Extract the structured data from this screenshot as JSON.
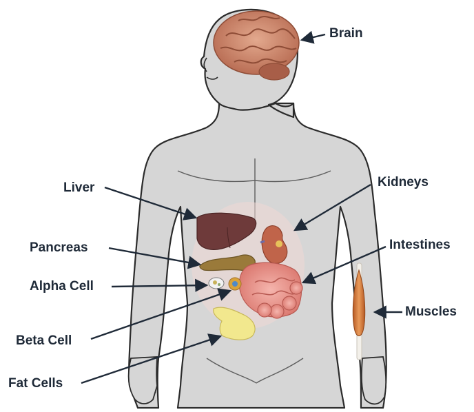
{
  "labels": {
    "brain": "Brain",
    "liver": "Liver",
    "kidneys": "Kidneys",
    "pancreas": "Pancreas",
    "intestines": "Intestines",
    "alpha_cell": "Alpha Cell",
    "muscles": "Muscles",
    "beta_cell": "Beta Cell",
    "fat_cells": "Fat Cells"
  },
  "colors": {
    "label_text": "#1f2a38",
    "arrow": "#1f2a38",
    "body_fill": "#d6d6d6",
    "body_outline": "#2b2b2b",
    "brain": "#c9876a",
    "liver": "#6e3a3a",
    "kidney": "#c0644a",
    "pancreas": "#9a7a3a",
    "intestines": "#e79a92",
    "fat": "#f2e88e",
    "muscle": "#d47a3c"
  }
}
